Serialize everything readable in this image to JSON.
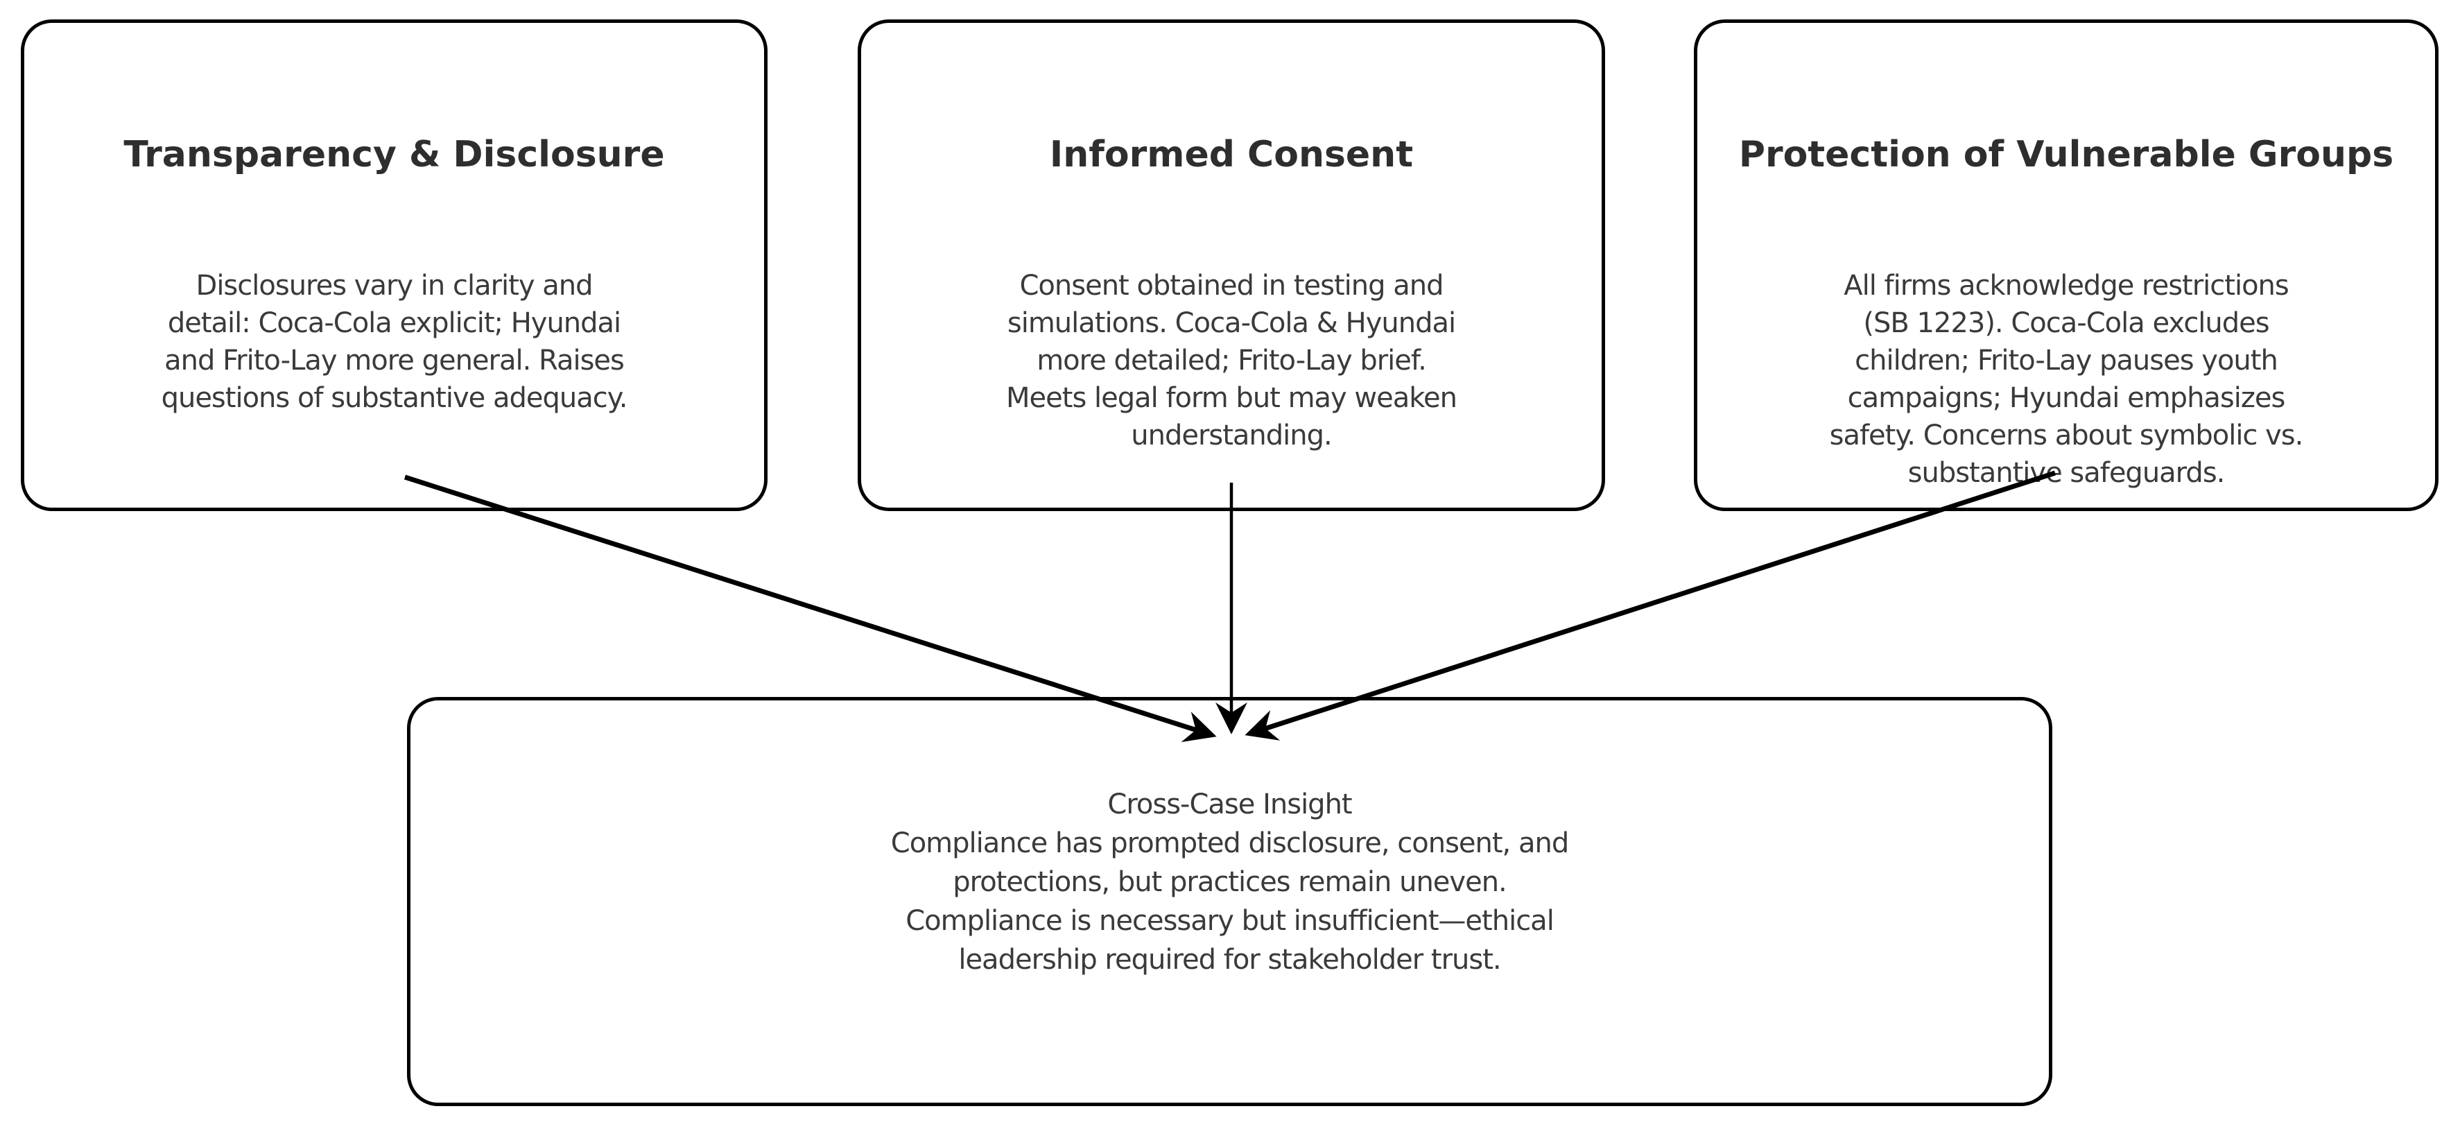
{
  "diagram": {
    "background_color": "#ffffff",
    "border_color": "#000000",
    "title_color": "#2e2e2e",
    "body_color": "#3a3a3a",
    "boxes": [
      {
        "id": "transparency",
        "title": "Transparency & Disclosure",
        "body": "Disclosures vary in clarity and\ndetail: Coca-Cola explicit; Hyundai\nand Frito-Lay more general. Raises\nquestions of substantive adequacy."
      },
      {
        "id": "consent",
        "title": "Informed Consent",
        "body": "Consent obtained in testing and\nsimulations. Coca-Cola & Hyundai\nmore detailed; Frito-Lay brief.\nMeets legal form but may weaken\nunderstanding."
      },
      {
        "id": "vulnerable",
        "title": "Protection of Vulnerable Groups",
        "body": "All firms acknowledge restrictions\n(SB 1223). Coca-Cola excludes\nchildren; Frito-Lay pauses youth\ncampaigns; Hyundai emphasizes\nsafety. Concerns about symbolic vs.\nsubstantive safeguards."
      }
    ],
    "insight": {
      "id": "cross-case-insight",
      "title": "Cross-Case Insight",
      "body": "Compliance has prompted disclosure, consent, and\nprotections, but practices remain uneven.\nCompliance is necessary but insufficient—ethical\nleadership required for stakeholder trust."
    },
    "arrows": [
      {
        "from": "transparency",
        "to": "cross-case-insight"
      },
      {
        "from": "consent",
        "to": "cross-case-insight"
      },
      {
        "from": "vulnerable",
        "to": "cross-case-insight"
      }
    ]
  }
}
